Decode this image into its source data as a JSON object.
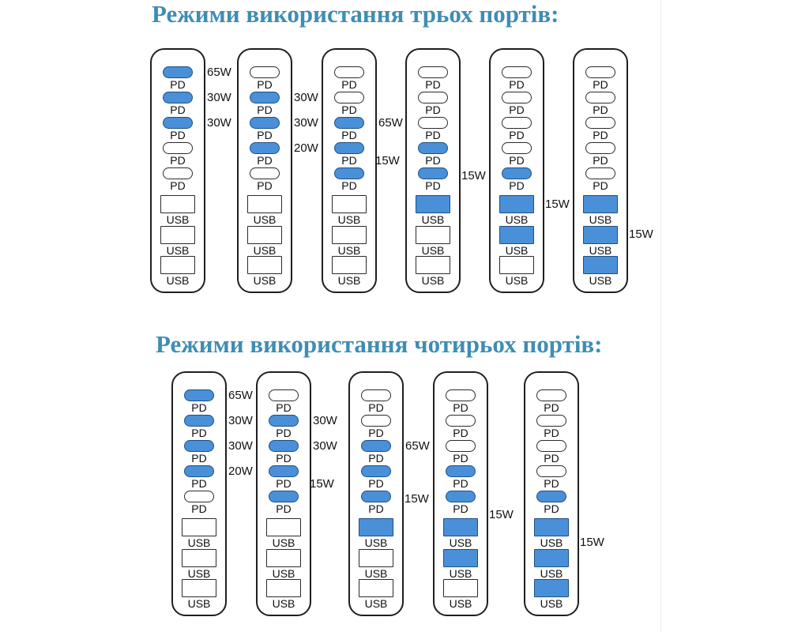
{
  "headings": {
    "three_ports": "Режими використання трьох портів:",
    "four_ports": "Режими використання чотирьох портів:"
  },
  "port_labels": {
    "pd": "PD",
    "usb": "USB"
  },
  "colors": {
    "heading": "#3f8db3",
    "active_port": "#4a90d9",
    "outline": "#1f1f1f"
  },
  "sections": [
    {
      "key": "three_ports",
      "modes": [
        {
          "active": [
            0,
            1,
            2
          ],
          "watts": [
            {
              "ports": [
                0
              ],
              "label": "65W"
            },
            {
              "ports": [
                1
              ],
              "label": "30W"
            },
            {
              "ports": [
                2
              ],
              "label": "30W"
            }
          ]
        },
        {
          "active": [
            1,
            2,
            3
          ],
          "watts": [
            {
              "ports": [
                1
              ],
              "label": "30W"
            },
            {
              "ports": [
                2
              ],
              "label": "30W"
            },
            {
              "ports": [
                3
              ],
              "label": "20W"
            }
          ]
        },
        {
          "active": [
            2,
            3,
            4
          ],
          "watts": [
            {
              "ports": [
                2
              ],
              "label": "65W"
            },
            {
              "ports": [
                3,
                4
              ],
              "label": "15W"
            }
          ]
        },
        {
          "active": [
            3,
            4,
            5
          ],
          "watts": [
            {
              "ports": [
                3,
                4,
                5
              ],
              "label": "15W"
            }
          ]
        },
        {
          "active": [
            4,
            5,
            6
          ],
          "watts": [
            {
              "ports": [
                4,
                5,
                6
              ],
              "label": "15W"
            }
          ]
        },
        {
          "active": [
            5,
            6,
            7
          ],
          "watts": [
            {
              "ports": [
                5,
                6,
                7
              ],
              "label": "15W"
            }
          ]
        }
      ]
    },
    {
      "key": "four_ports",
      "modes": [
        {
          "active": [
            0,
            1,
            2,
            3
          ],
          "watts": [
            {
              "ports": [
                0
              ],
              "label": "65W"
            },
            {
              "ports": [
                1
              ],
              "label": "30W"
            },
            {
              "ports": [
                2
              ],
              "label": "30W"
            },
            {
              "ports": [
                3
              ],
              "label": "20W"
            }
          ]
        },
        {
          "active": [
            1,
            2,
            3,
            4
          ],
          "watts": [
            {
              "ports": [
                1
              ],
              "label": "30W"
            },
            {
              "ports": [
                2
              ],
              "label": "30W"
            },
            {
              "ports": [
                3,
                4
              ],
              "label": "15W"
            }
          ]
        },
        {
          "active": [
            2,
            3,
            4,
            5
          ],
          "watts": [
            {
              "ports": [
                2
              ],
              "label": "65W"
            },
            {
              "ports": [
                3,
                4,
                5
              ],
              "label": "15W"
            }
          ]
        },
        {
          "active": [
            3,
            4,
            5,
            6
          ],
          "watts": [
            {
              "ports": [
                3,
                4,
                5,
                6
              ],
              "label": "15W"
            }
          ]
        },
        {
          "active": [
            4,
            5,
            6,
            7
          ],
          "watts": [
            {
              "ports": [
                4,
                5,
                6,
                7
              ],
              "label": "15W"
            }
          ]
        }
      ]
    }
  ]
}
